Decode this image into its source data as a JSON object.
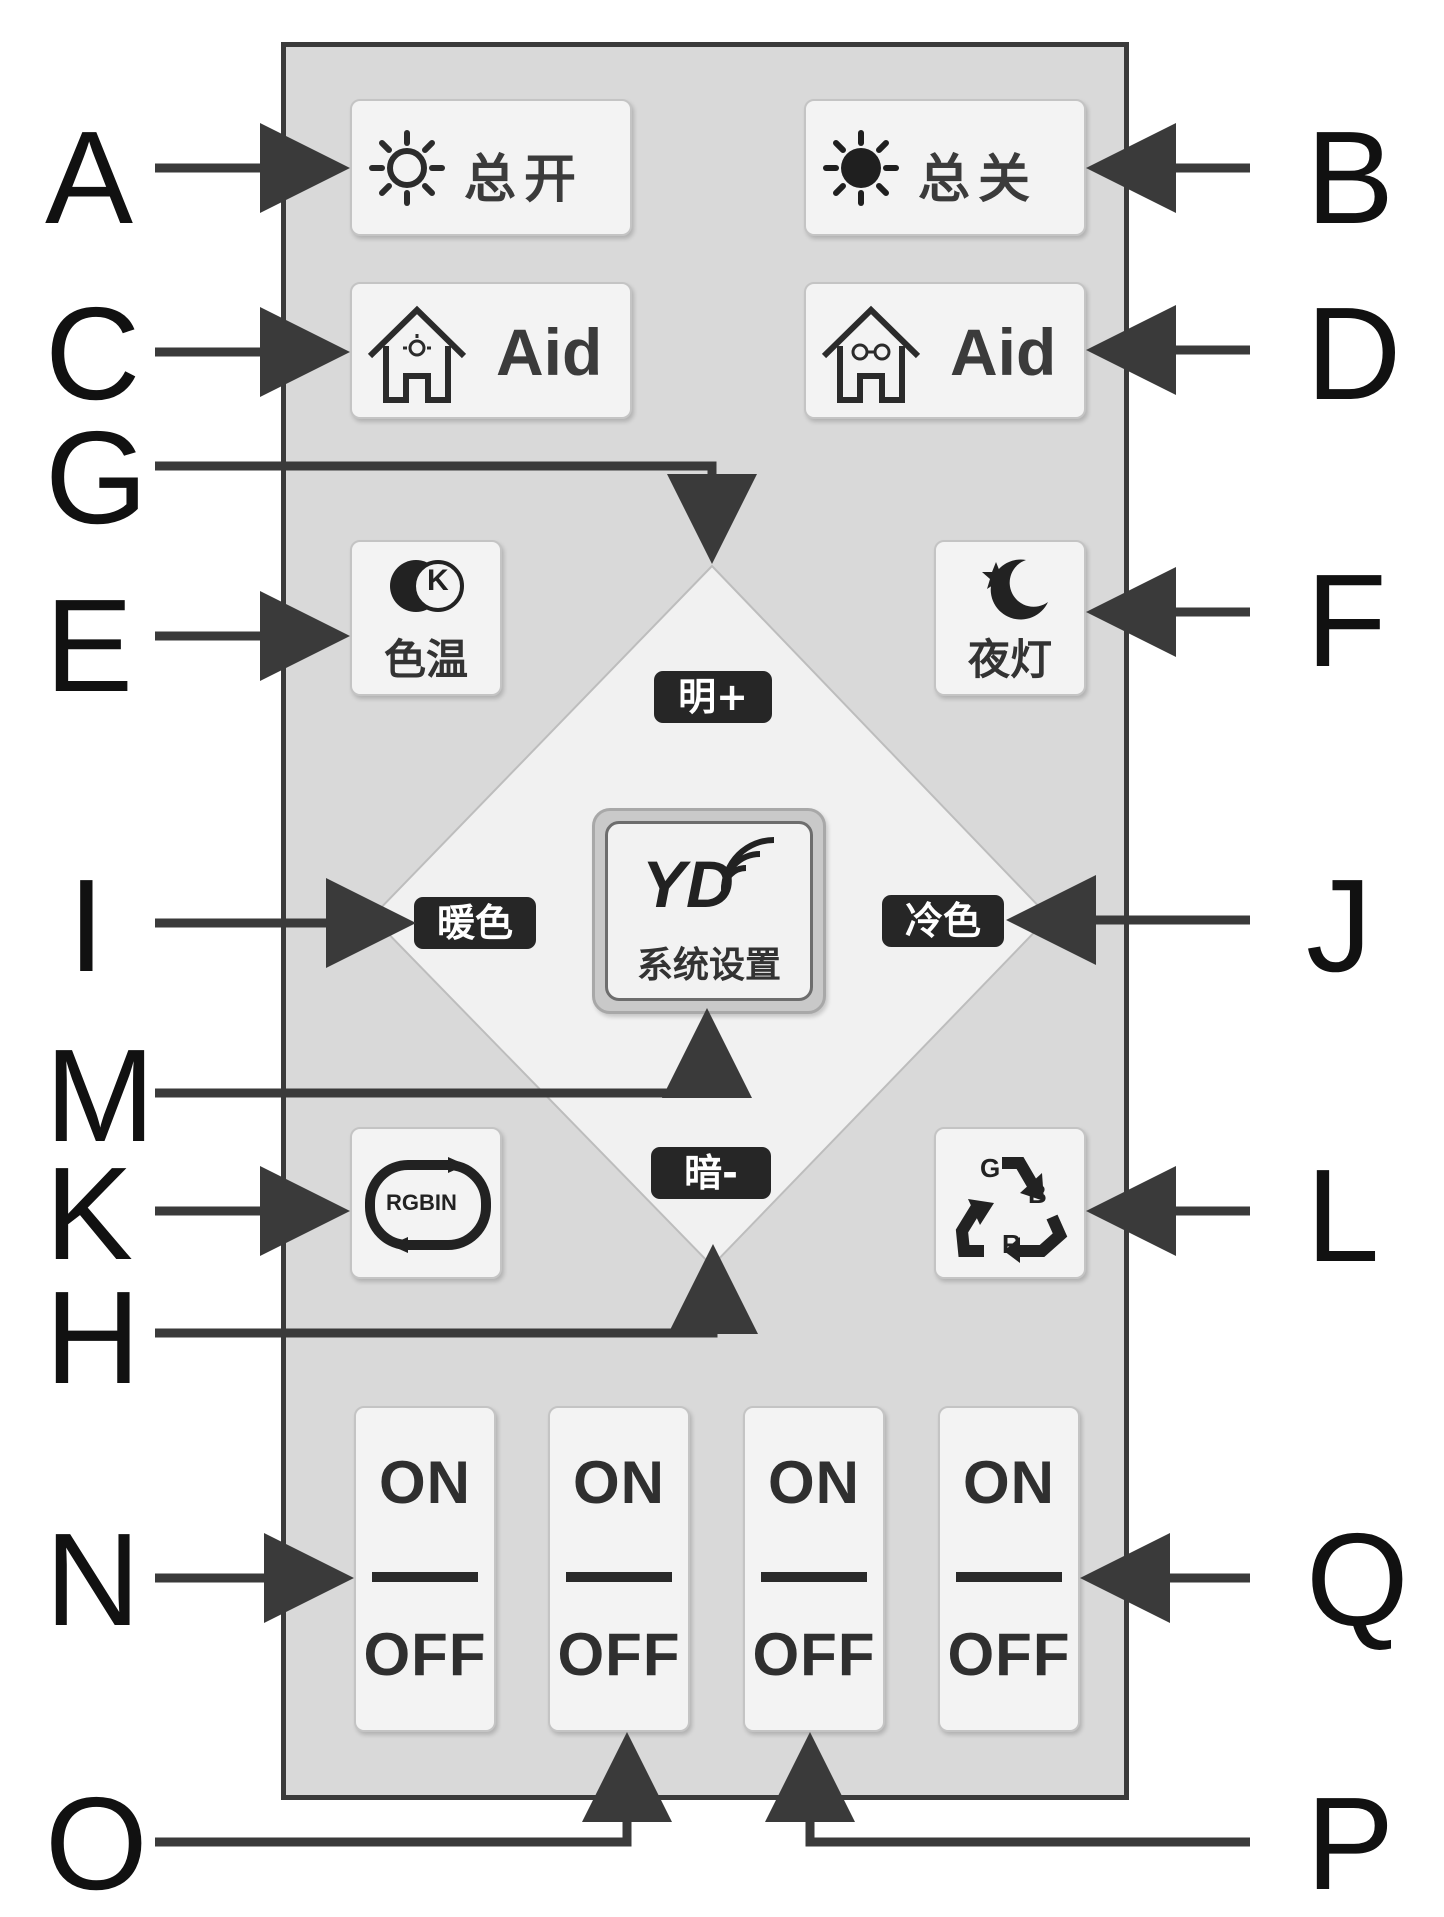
{
  "buttons": {
    "all_on": {
      "label": "总开"
    },
    "all_off": {
      "label": "总关"
    },
    "aid_left": {
      "label": "Aid"
    },
    "aid_right": {
      "label": "Aid"
    },
    "color_temp": {
      "label": "色温",
      "badge": "K"
    },
    "night_light": {
      "label": "夜灯"
    },
    "brighter": {
      "label": "明+"
    },
    "dimmer": {
      "label": "暗-"
    },
    "warm": {
      "label": "暖色"
    },
    "cool": {
      "label": "冷色"
    },
    "system": {
      "label": "系统设置",
      "logo": "YD"
    },
    "rgb_mode": {
      "label": "RGBIN"
    },
    "rgb_cycle": {
      "g": "G",
      "b": "B",
      "r": "R"
    },
    "switches": [
      {
        "on": "ON",
        "off": "OFF"
      },
      {
        "on": "ON",
        "off": "OFF"
      },
      {
        "on": "ON",
        "off": "OFF"
      },
      {
        "on": "ON",
        "off": "OFF"
      }
    ]
  },
  "callouts": {
    "A": "A",
    "B": "B",
    "C": "C",
    "D": "D",
    "E": "E",
    "F": "F",
    "G": "G",
    "H": "H",
    "I": "I",
    "J": "J",
    "K": "K",
    "L": "L",
    "M": "M",
    "N": "N",
    "O": "O",
    "P": "P",
    "Q": "Q"
  },
  "colors": {
    "panel": "#d9d9d9",
    "button": "#f3f3f3",
    "chip": "#262626",
    "arrow": "#3a3a3a"
  },
  "icons": {
    "all_on": "sun-outline-icon",
    "all_off": "sun-filled-icon",
    "aid_left": "house-sun-icon",
    "aid_right": "house-glasses-icon",
    "color_temp": "moon-k-icon",
    "night_light": "moon-star-icon",
    "system": "signal-waves-icon",
    "rgb_mode": "cycle-arrows-icon",
    "rgb_cycle": "recycle-arrows-icon"
  }
}
